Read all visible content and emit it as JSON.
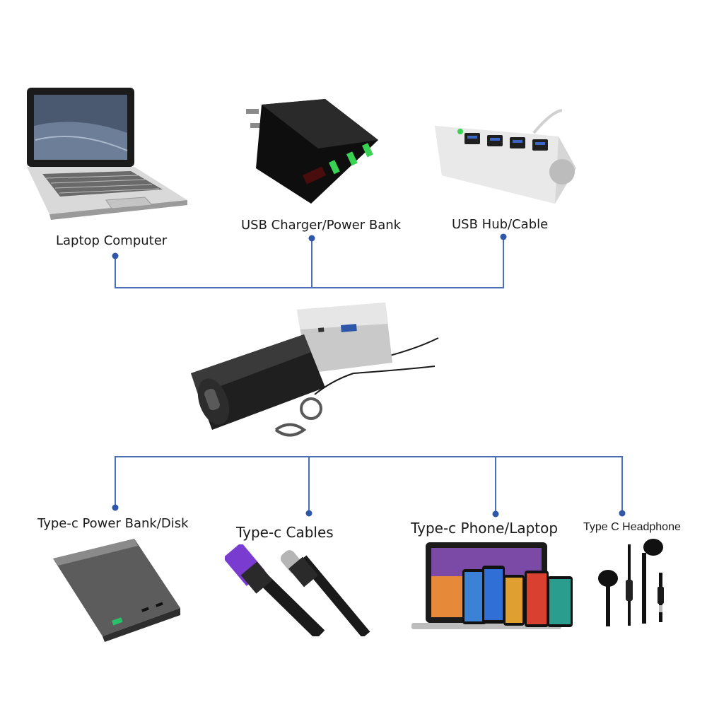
{
  "colors": {
    "connector_line": "#4a6fb5",
    "connector_dot": "#2f57a8",
    "label_text": "#1a1a1a",
    "charger_led": "#39d353"
  },
  "diagram": {
    "center_device": {
      "icon": "usb-a-to-type-c-adapter-icon"
    },
    "sources": [
      {
        "label": "Laptop Computer",
        "icon": "laptop-icon"
      },
      {
        "label": "USB Charger/Power Bank",
        "icon": "wall-charger-icon"
      },
      {
        "label": "USB Hub/Cable",
        "icon": "usb-hub-icon"
      }
    ],
    "targets": [
      {
        "label": "Type-c Power Bank/Disk",
        "icon": "power-bank-icon"
      },
      {
        "label": "Type-c Cables",
        "icon": "usb-cables-icon"
      },
      {
        "label": "Type-c Phone/Laptop",
        "icon": "phones-laptop-icon"
      },
      {
        "label": "Type C Headphone",
        "icon": "headphone-icon"
      }
    ]
  }
}
